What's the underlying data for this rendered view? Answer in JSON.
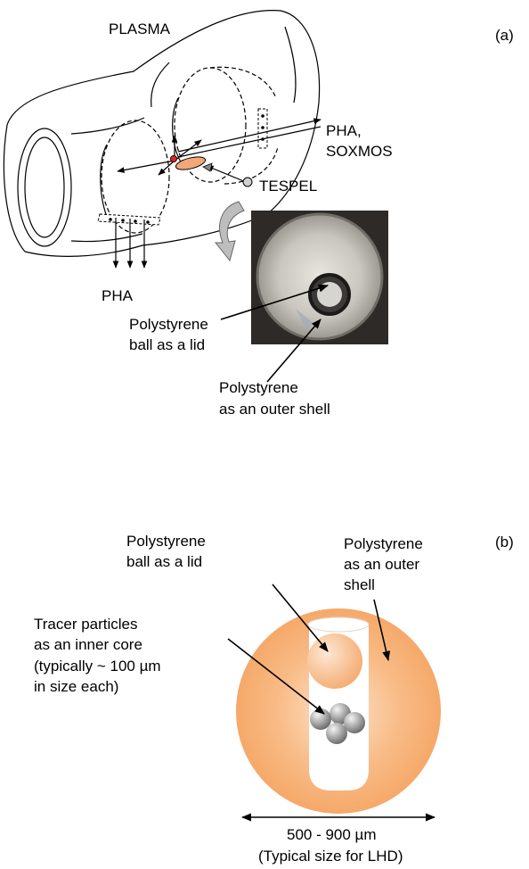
{
  "panel_a": {
    "label": "(a)",
    "plasma": "PLASMA",
    "pha_right_line1": "PHA,",
    "pha_right_line2": "SOXMOS",
    "tespel": "TESPEL",
    "pha_bottom": "PHA",
    "photo_lid_line1": "Polystyrene",
    "photo_lid_line2": "ball as a lid",
    "photo_shell_line1": "Polystyrene",
    "photo_shell_line2": "as an outer shell",
    "pellet_color": "#f2a878",
    "injection_point_color": "#dd2222"
  },
  "panel_b": {
    "label": "(b)",
    "lid_line1": "Polystyrene",
    "lid_line2": "ball as a lid",
    "shell_line1": "Polystyrene",
    "shell_line2": "as an outer",
    "shell_line3": "shell",
    "core_line1": "Tracer particles",
    "core_line2": "as an inner core",
    "core_line3": "(typically ~ 100 µm",
    "core_line4": "in size each)",
    "size_line1": "500 - 900 µm",
    "size_line2": "(Typical size for LHD)",
    "shell_color": "#f4a462",
    "tracer_color": "#8c8c8c"
  }
}
